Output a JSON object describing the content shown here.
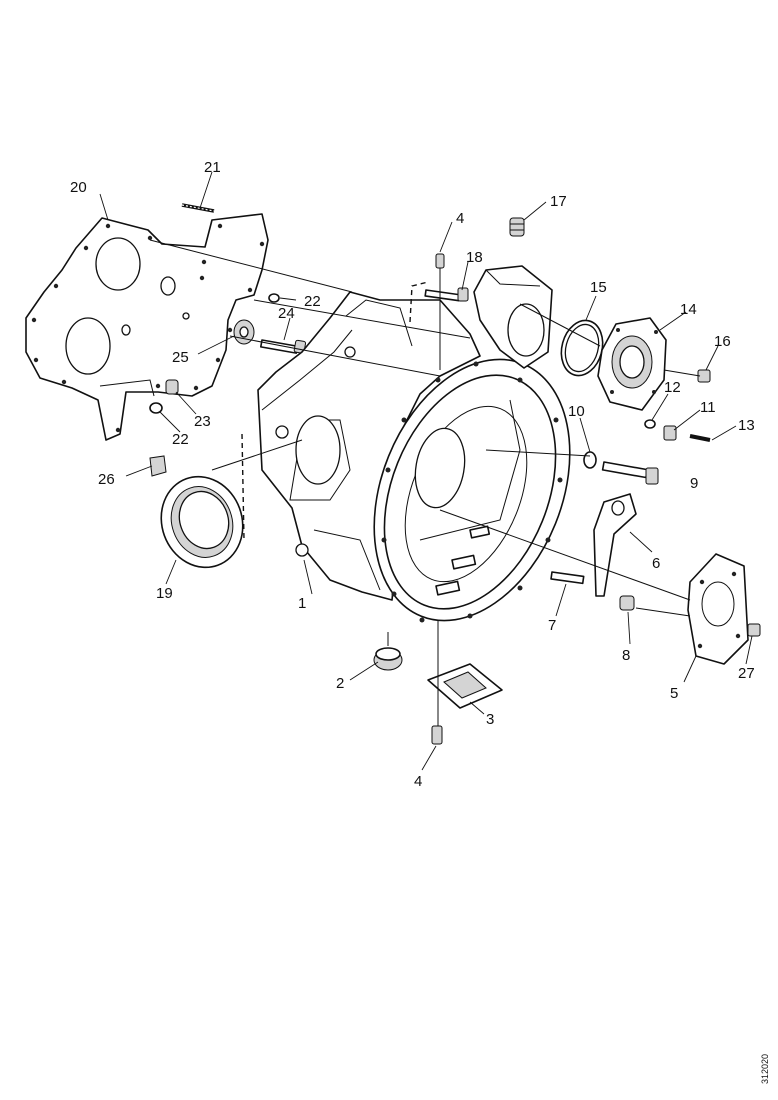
{
  "callouts": [
    {
      "id": "1",
      "text": "1"
    },
    {
      "id": "2",
      "text": "2"
    },
    {
      "id": "3",
      "text": "3"
    },
    {
      "id": "4a",
      "text": "4"
    },
    {
      "id": "4b",
      "text": "4"
    },
    {
      "id": "5",
      "text": "5"
    },
    {
      "id": "6",
      "text": "6"
    },
    {
      "id": "7",
      "text": "7"
    },
    {
      "id": "8",
      "text": "8"
    },
    {
      "id": "9",
      "text": "9"
    },
    {
      "id": "10",
      "text": "10"
    },
    {
      "id": "11",
      "text": "11"
    },
    {
      "id": "12",
      "text": "12"
    },
    {
      "id": "13",
      "text": "13"
    },
    {
      "id": "14",
      "text": "14"
    },
    {
      "id": "15",
      "text": "15"
    },
    {
      "id": "16",
      "text": "16"
    },
    {
      "id": "17",
      "text": "17"
    },
    {
      "id": "18",
      "text": "18"
    },
    {
      "id": "19",
      "text": "19"
    },
    {
      "id": "20",
      "text": "20"
    },
    {
      "id": "21",
      "text": "21"
    },
    {
      "id": "22a",
      "text": "22"
    },
    {
      "id": "22b",
      "text": "22"
    },
    {
      "id": "23",
      "text": "23"
    },
    {
      "id": "24",
      "text": "24"
    },
    {
      "id": "25",
      "text": "25"
    },
    {
      "id": "26",
      "text": "26"
    },
    {
      "id": "27",
      "text": "27"
    }
  ],
  "reference_number": "312020"
}
